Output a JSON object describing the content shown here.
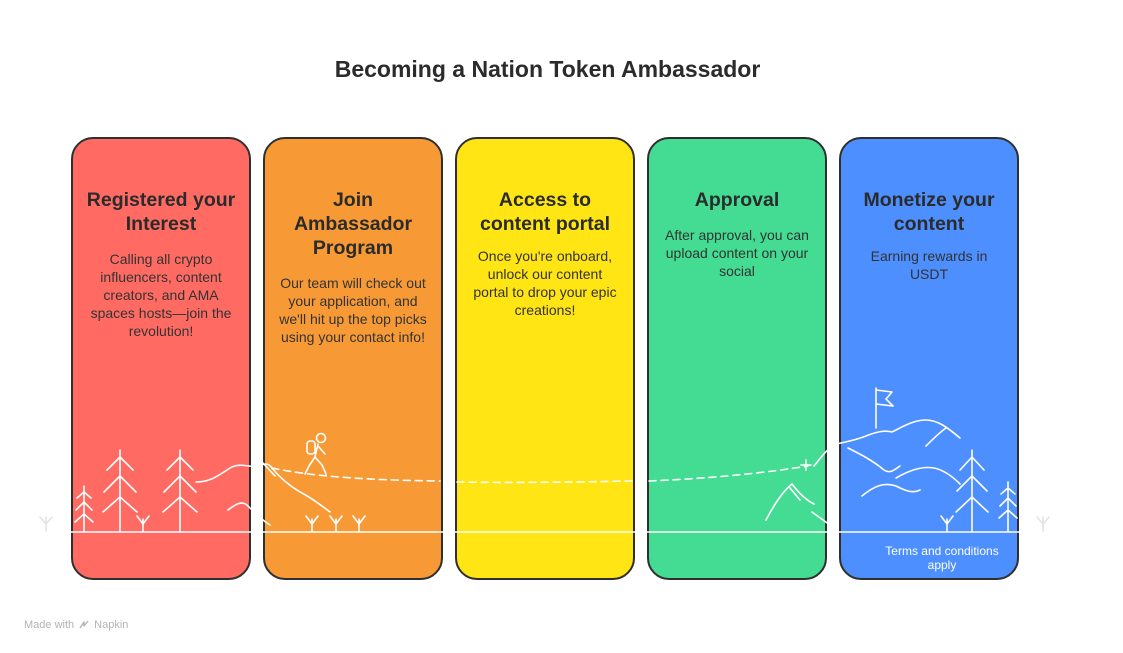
{
  "title": "Becoming a Nation Token Ambassador",
  "steps": [
    {
      "heading": "Registered your Interest",
      "body": "Calling all crypto influencers, content creators, and AMA spaces hosts—join the revolution!",
      "color": "#FF6B63"
    },
    {
      "heading": "Join Ambassador Program",
      "body": "Our team will check out your application, and we'll hit up the top picks using your contact info!",
      "color": "#F79A36"
    },
    {
      "heading": "Access to content portal",
      "body": "Once you're onboard, unlock our content portal to drop your epic creations!",
      "color": "#FFE514"
    },
    {
      "heading": "Approval",
      "body": "After approval, you can upload content on your social",
      "color": "#43DC92"
    },
    {
      "heading": "Monetize your content",
      "body": "Earning rewards in USDT",
      "color": "#4D8FFE"
    }
  ],
  "terms": "Terms and conditions apply",
  "footer": {
    "made_with": "Made with",
    "brand": "Napkin",
    "icon": "napkin-logo-icon"
  },
  "illustration": {
    "icons": [
      "pine-tree-icon",
      "hiker-icon",
      "mountain-icon",
      "summit-flag-icon",
      "grass-sprout-icon"
    ]
  }
}
